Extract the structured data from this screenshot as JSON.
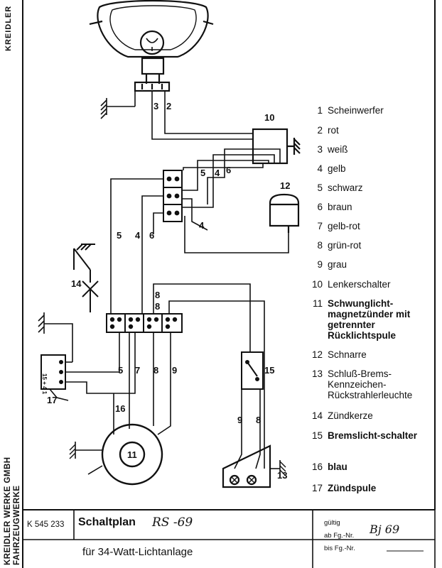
{
  "company_side_top": "KREIDLER",
  "company_side_bottom_1": "KREIDLER WERKE GMBH",
  "company_side_bottom_2": "FAHRZEUGWERKE",
  "legend": [
    {
      "num": "1",
      "text": "Scheinwerfer",
      "bold": false
    },
    {
      "num": "2",
      "text": "rot",
      "bold": false
    },
    {
      "num": "3",
      "text": "weiß",
      "bold": false
    },
    {
      "num": "4",
      "text": "gelb",
      "bold": false
    },
    {
      "num": "5",
      "text": "schwarz",
      "bold": false
    },
    {
      "num": "6",
      "text": "braun",
      "bold": false
    },
    {
      "num": "7",
      "text": "gelb-rot",
      "bold": false
    },
    {
      "num": "8",
      "text": "grün-rot",
      "bold": false
    },
    {
      "num": "9",
      "text": "grau",
      "bold": false
    },
    {
      "num": "10",
      "text": "Lenkerschalter",
      "bold": false
    },
    {
      "num": "11",
      "text": "Schwunglicht-magnetzünder mit getrennter Rücklichtspule",
      "bold": true
    },
    {
      "num": "12",
      "text": "Schnarre",
      "bold": false
    },
    {
      "num": "13",
      "text": "Schluß-Brems-Kennzeichen-Rückstrahlerleuchte",
      "bold": false
    },
    {
      "num": "14",
      "text": "Zündkerze",
      "bold": false
    },
    {
      "num": "15",
      "text": "Bremslicht-schalter",
      "bold": true
    },
    {
      "num": "16",
      "text": "blau",
      "bold": true
    },
    {
      "num": "17",
      "text": "Zündspule",
      "bold": true
    }
  ],
  "diagram_labels": {
    "headlamp_wire_3": "3",
    "headlamp_wire_2": "2",
    "switch_10": "10",
    "switch_wire_5": "5",
    "switch_wire_4": "4",
    "switch_wire_6": "6",
    "buzzer_12": "12",
    "terminal_wire_4": "4",
    "left_wire_5": "5",
    "left_wire_4": "4",
    "left_wire_6": "6",
    "spark_plug_14": "14",
    "wire_8_top": "8",
    "wire_8_mid": "8",
    "coil_terminals": "15 + 4 1",
    "coil_17": "17",
    "bottom_wire_5": "5",
    "bottom_wire_7": "7",
    "bottom_wire_8": "8",
    "bottom_wire_9": "9",
    "magneto_wire_16": "16",
    "magneto_11": "11",
    "brake_switch_15": "15",
    "brake_wire_9": "9",
    "brake_wire_8": "8",
    "rear_lamp_13": "13"
  },
  "title_block": {
    "part_number": "K 545 233",
    "title": "Schaltplan",
    "model": "RS -69",
    "subtitle": "für 34-Watt-Lichtanlage",
    "valid_label": "gültig",
    "from_label": "ab Fg.-Nr.",
    "from_value": "Bj 69",
    "to_label": "bis Fg.-Nr."
  }
}
